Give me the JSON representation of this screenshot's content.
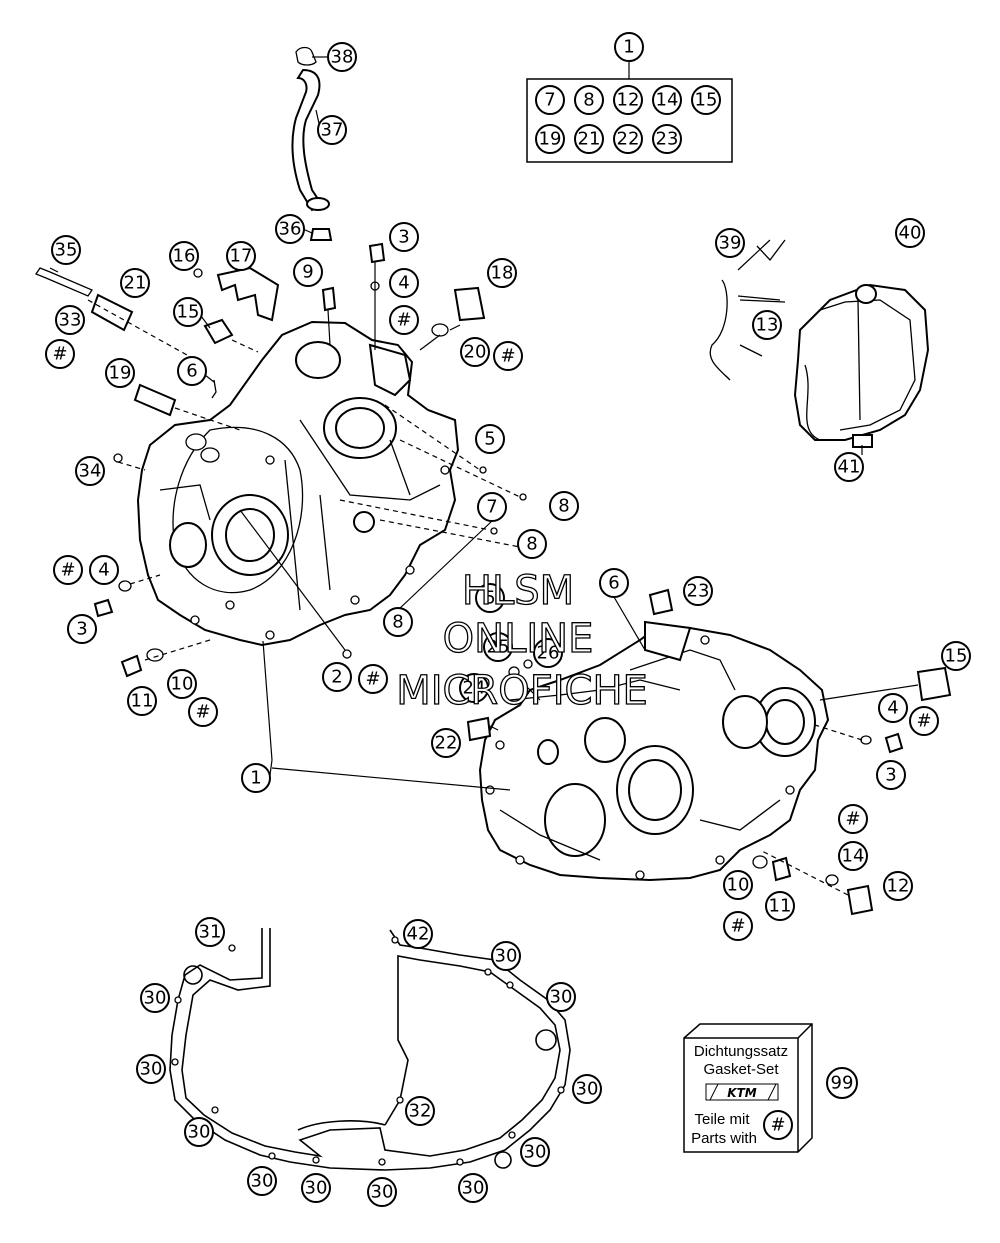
{
  "watermark": {
    "line1": "HLSM",
    "line2": "ONLINE",
    "line3": "MICROFICHE"
  },
  "hash_symbol": "#",
  "kit_box": {
    "header": "1",
    "row1": [
      "7",
      "8",
      "12",
      "14",
      "15"
    ],
    "row2": [
      "19",
      "21",
      "22",
      "23"
    ]
  },
  "gasket_set_box": {
    "line1": "Dichtungssatz",
    "line2": "Gasket-Set",
    "brand": "KTM",
    "line3": "Teile mit",
    "line4": "Parts with",
    "symbol": "#",
    "callout": "99"
  },
  "callouts": {
    "c38": "38",
    "c37": "37",
    "c36": "36",
    "c35": "35",
    "c16": "16",
    "c17": "17",
    "c21": "21",
    "c15a": "15",
    "c33": "33",
    "c19": "19",
    "c6a": "6",
    "c9": "9",
    "c3a": "3",
    "c4a": "4",
    "c18": "18",
    "c20": "20",
    "c5a": "5",
    "c8a": "8",
    "c7": "7",
    "c8b": "8",
    "c8c": "8",
    "c5b": "5",
    "c34": "34",
    "c4b": "4",
    "c3b": "3",
    "c11a": "11",
    "c10a": "10",
    "c2": "2",
    "c1a": "1",
    "c39": "39",
    "c40": "40",
    "c13": "13",
    "c41": "41",
    "c6b": "6",
    "c23": "23",
    "c25": "25",
    "c26": "26",
    "c24": "24",
    "c22": "22",
    "c15b": "15",
    "c4c": "4",
    "c3c": "3",
    "c14": "14",
    "c12": "12",
    "c10b": "10",
    "c11b": "11",
    "c31": "31",
    "c42": "42",
    "c30a": "30",
    "c30b": "30",
    "c30c": "30",
    "c30d": "30",
    "c30e": "30",
    "c30f": "30",
    "c30g": "30",
    "c30h": "30",
    "c30i": "30",
    "c30j": "30",
    "c30k": "30",
    "c32": "32"
  }
}
